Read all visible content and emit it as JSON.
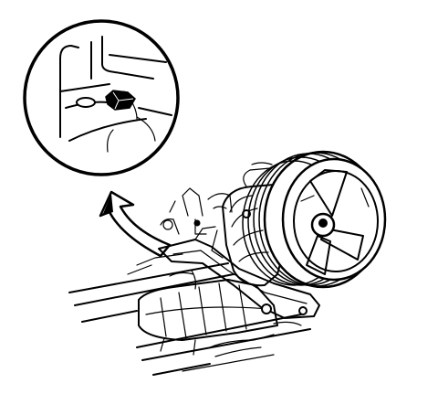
{
  "figure": {
    "subject": "",
    "colors": {
      "line": "#000000",
      "background": "#ffffff"
    },
    "icons": [
      "detail-inset-circle",
      "callout-arrow",
      "ac-compressor",
      "pulley",
      "mounting-bracket",
      "bolt"
    ]
  }
}
